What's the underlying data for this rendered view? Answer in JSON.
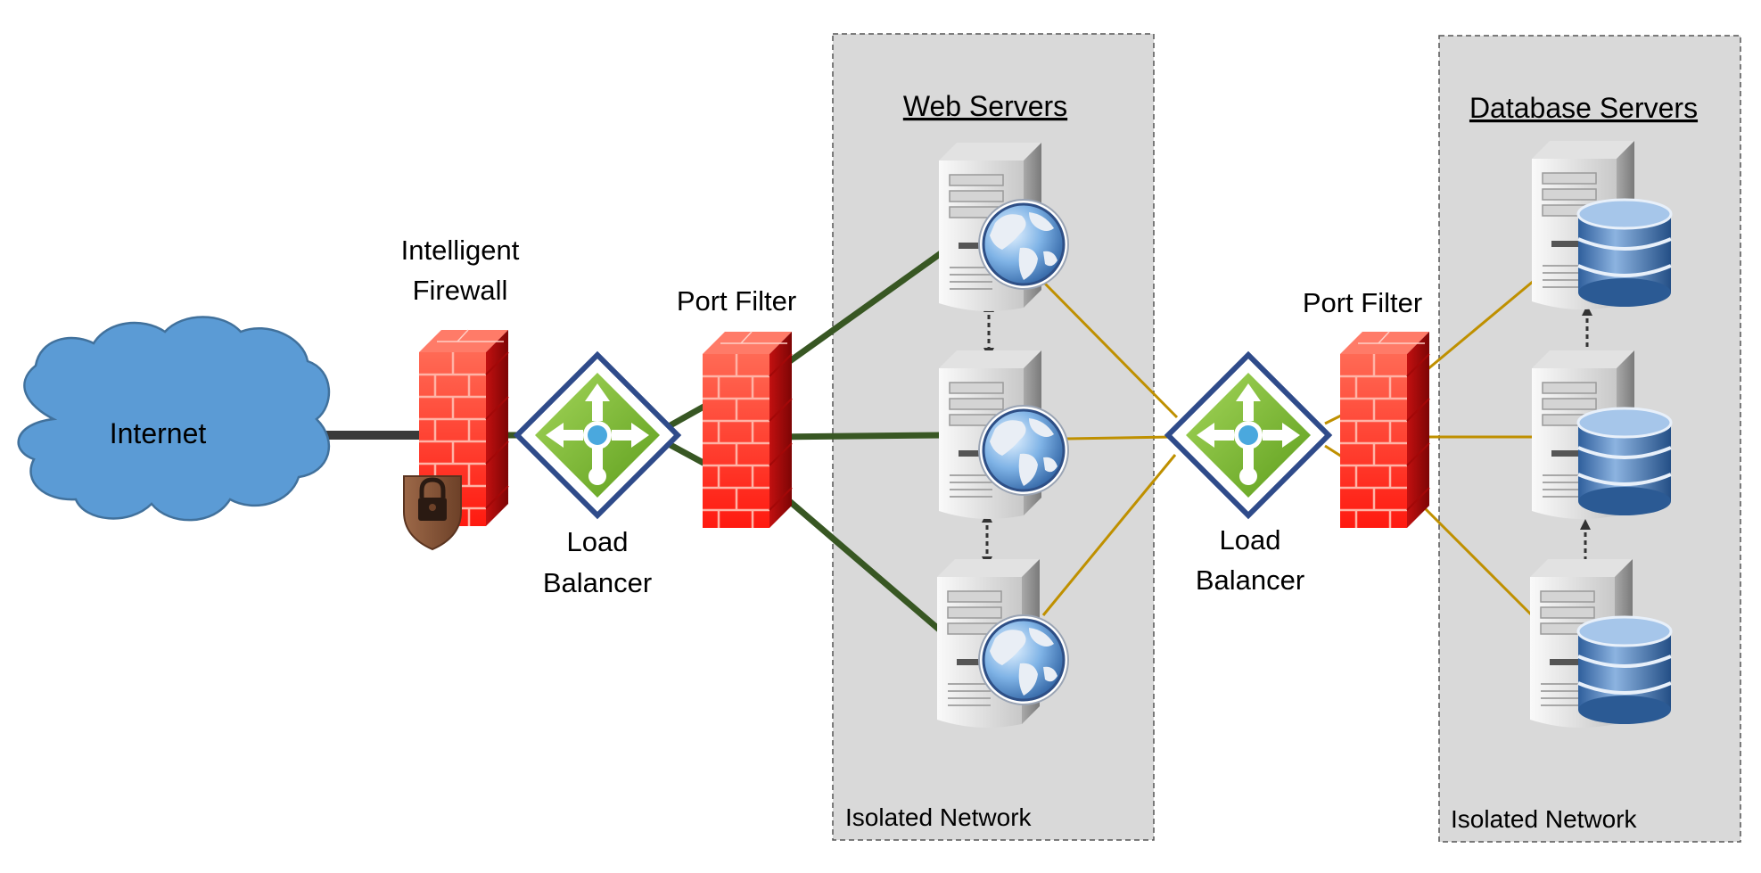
{
  "nodes": {
    "internet": "Internet",
    "firewall_line1": "Intelligent",
    "firewall_line2": "Firewall",
    "port_filter_1": "Port Filter",
    "port_filter_2": "Port Filter",
    "lb1_line1": "Load",
    "lb1_line2": "Balancer",
    "lb2_line1": "Load",
    "lb2_line2": "Balancer"
  },
  "zones": {
    "web": {
      "title": "Web Servers",
      "footer": "Isolated Network"
    },
    "db": {
      "title": "Database Servers",
      "footer": "Isolated Network"
    }
  },
  "colors": {
    "cloud": "#5b9bd5",
    "firewall": "#e8211c",
    "load_balancer": "#7cb82f",
    "green_link": "#385723",
    "gold_link": "#bf9000",
    "zone_fill": "#d9d9d9"
  }
}
